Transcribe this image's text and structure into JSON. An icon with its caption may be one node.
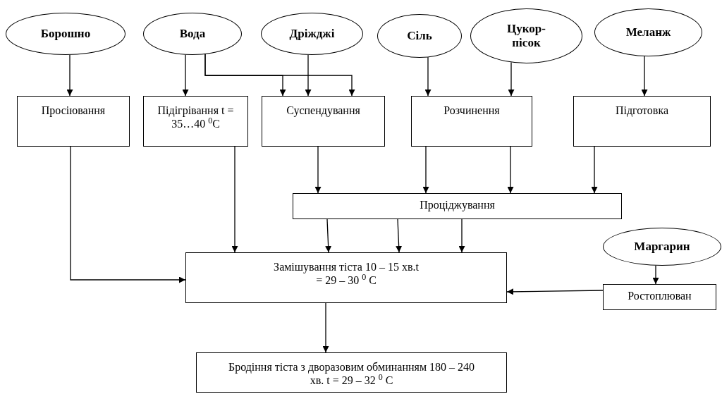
{
  "diagram": {
    "nodes": [
      {
        "text": [
          "Борошно"
        ]
      },
      {
        "text": [
          "Вода"
        ]
      },
      {
        "text": [
          "Дріжджі"
        ]
      },
      {
        "text": [
          "Сіль"
        ]
      },
      {
        "text": [
          "Цукор-пісок"
        ]
      },
      {
        "text": [
          "Меланж"
        ]
      },
      {
        "text": [
          "Просіювання"
        ]
      },
      {
        "text": [
          "Підігрівання t = 35…40 $^{0}$C"
        ]
      },
      {
        "text": [
          "Суспендування"
        ]
      },
      {
        "text": [
          "Розчинення"
        ]
      },
      {
        "text": [
          "Підготовка"
        ]
      },
      {
        "text": [
          "Проціджування"
        ]
      },
      {
        "text": [
          "Маргарин"
        ]
      },
      {
        "text": [
          "Замішування тіста 10 – 15 хв.t = 29 – 30 $^{0}$ C"
        ]
      },
      {
        "text": [
          "Ростоплюван"
        ]
      },
      {
        "text": [
          "Бродіння тіста з дворазовим обминанням 180 – 240 хв. t = 29 – 32 $^{0}$ C"
        ]
      }
    ],
    "edges": [
      {
        "from": 0,
        "to": 6,
        "arrow": "to"
      },
      {
        "from": 1,
        "to": 7,
        "arrow": "to"
      },
      {
        "from": 1,
        "to": 8,
        "arrow": "to"
      },
      {
        "from": 1,
        "to": 8,
        "arrow": "to"
      },
      {
        "from": 2,
        "to": 8,
        "arrow": "to"
      },
      {
        "from": 3,
        "to": 9,
        "arrow": "to"
      },
      {
        "from": 4,
        "to": 9,
        "arrow": "to"
      },
      {
        "from": 5,
        "to": 10,
        "arrow": "to"
      },
      {
        "from": 8,
        "to": 11,
        "arrow": "to"
      },
      {
        "from": 9,
        "to": 11,
        "arrow": "to"
      },
      {
        "from": 9,
        "to": 11,
        "arrow": "to"
      },
      {
        "from": 10,
        "to": 11,
        "arrow": "to"
      },
      {
        "from": 11,
        "to": 13,
        "arrow": "to"
      },
      {
        "from": 11,
        "to": 13,
        "arrow": "to"
      },
      {
        "from": 11,
        "to": 13,
        "arrow": "to"
      },
      {
        "from": 6,
        "to": 13,
        "arrow": "to"
      },
      {
        "from": 7,
        "to": 13,
        "arrow": "to"
      },
      {
        "from": 12,
        "to": 14,
        "arrow": "to"
      },
      {
        "from": 14,
        "to": 13,
        "arrow": "to"
      },
      {
        "from": 13,
        "to": 15,
        "arrow": "to"
      }
    ]
  }
}
